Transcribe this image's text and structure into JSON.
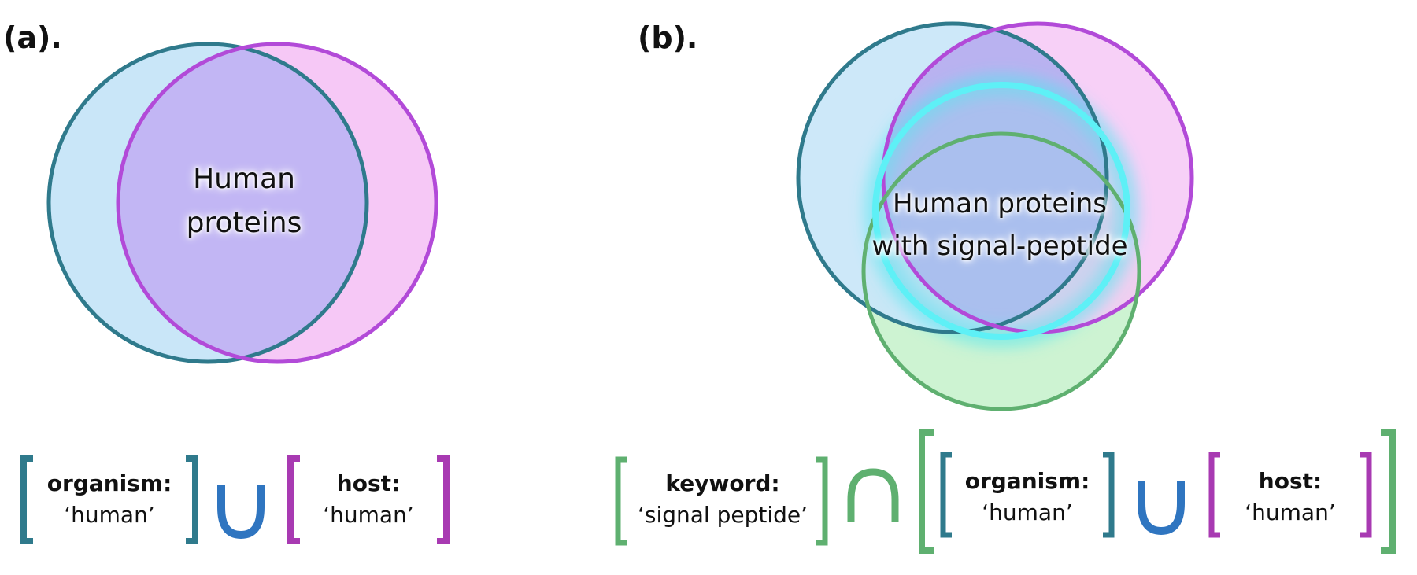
{
  "panels": {
    "a": {
      "label": "(a).",
      "center_text": [
        "Human",
        "proteins"
      ],
      "formula": {
        "left": {
          "key": "organism:",
          "value": "‘human’"
        },
        "right": {
          "key": "host:",
          "value": "‘human’"
        },
        "operator": "∪"
      }
    },
    "b": {
      "label": "(b).",
      "center_text": [
        "Human proteins",
        "with signal-peptide"
      ],
      "formula": {
        "first": {
          "key": "keyword:",
          "value": "‘signal peptide’"
        },
        "operator_outer": "∩",
        "left": {
          "key": "organism:",
          "value": "‘human’"
        },
        "right": {
          "key": "host:",
          "value": "‘human’"
        },
        "operator_inner": "∪"
      }
    }
  },
  "colors": {
    "organism_set_fill": "#c9e6f8",
    "organism_set_stroke": "#2f7a8c",
    "host_set_fill": "#f6c8f6",
    "host_set_stroke": "#b24ad8",
    "intersection_fill": "#c2b6f4",
    "keyword_set_fill": "#cdf3d2",
    "keyword_set_stroke": "#5fb070",
    "highlight_glow": "#4ee8f0",
    "union_operator": "#2f75c0",
    "intersection_operator": "#5fb070"
  }
}
